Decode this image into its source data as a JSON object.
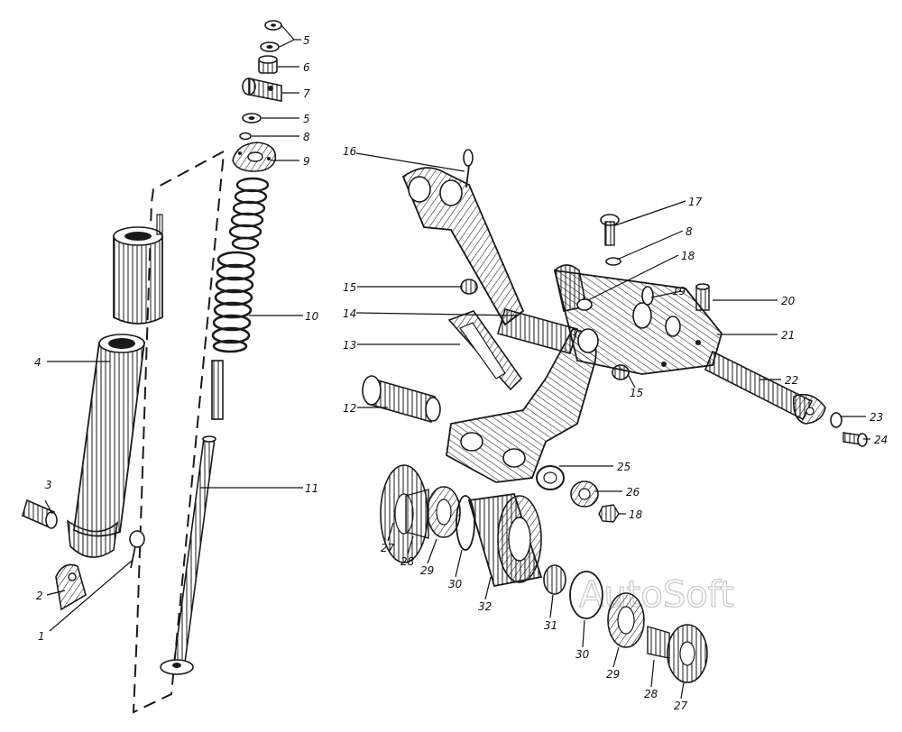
{
  "watermark": "AutoSoft",
  "callouts": [
    {
      "id": "c5a",
      "text": "5"
    },
    {
      "id": "c6",
      "text": "6"
    },
    {
      "id": "c7",
      "text": "7"
    },
    {
      "id": "c5b",
      "text": "5"
    },
    {
      "id": "c8a",
      "text": "8"
    },
    {
      "id": "c9",
      "text": "9"
    },
    {
      "id": "c10",
      "text": "10"
    },
    {
      "id": "c11",
      "text": "11"
    },
    {
      "id": "c4",
      "text": "4"
    },
    {
      "id": "c3",
      "text": "3"
    },
    {
      "id": "c2",
      "text": "2"
    },
    {
      "id": "c1",
      "text": "1"
    },
    {
      "id": "c16",
      "text": "16"
    },
    {
      "id": "c17",
      "text": "17"
    },
    {
      "id": "c8b",
      "text": "8"
    },
    {
      "id": "c18a",
      "text": "18"
    },
    {
      "id": "c19",
      "text": "19"
    },
    {
      "id": "c20",
      "text": "20"
    },
    {
      "id": "c15a",
      "text": "15"
    },
    {
      "id": "c14",
      "text": "14"
    },
    {
      "id": "c21",
      "text": "21"
    },
    {
      "id": "c13",
      "text": "13"
    },
    {
      "id": "c15b",
      "text": "15"
    },
    {
      "id": "c22",
      "text": "22"
    },
    {
      "id": "c12",
      "text": "12"
    },
    {
      "id": "c23",
      "text": "23"
    },
    {
      "id": "c24",
      "text": "24"
    },
    {
      "id": "c25",
      "text": "25"
    },
    {
      "id": "c26",
      "text": "26"
    },
    {
      "id": "c18b",
      "text": "18"
    },
    {
      "id": "c27a",
      "text": "27"
    },
    {
      "id": "c28a",
      "text": "28"
    },
    {
      "id": "c29a",
      "text": "29"
    },
    {
      "id": "c30a",
      "text": "30"
    },
    {
      "id": "c32",
      "text": "32"
    },
    {
      "id": "c31",
      "text": "31"
    },
    {
      "id": "c30b",
      "text": "30"
    },
    {
      "id": "c29b",
      "text": "29"
    },
    {
      "id": "c28b",
      "text": "28"
    },
    {
      "id": "c27b",
      "text": "27"
    }
  ]
}
